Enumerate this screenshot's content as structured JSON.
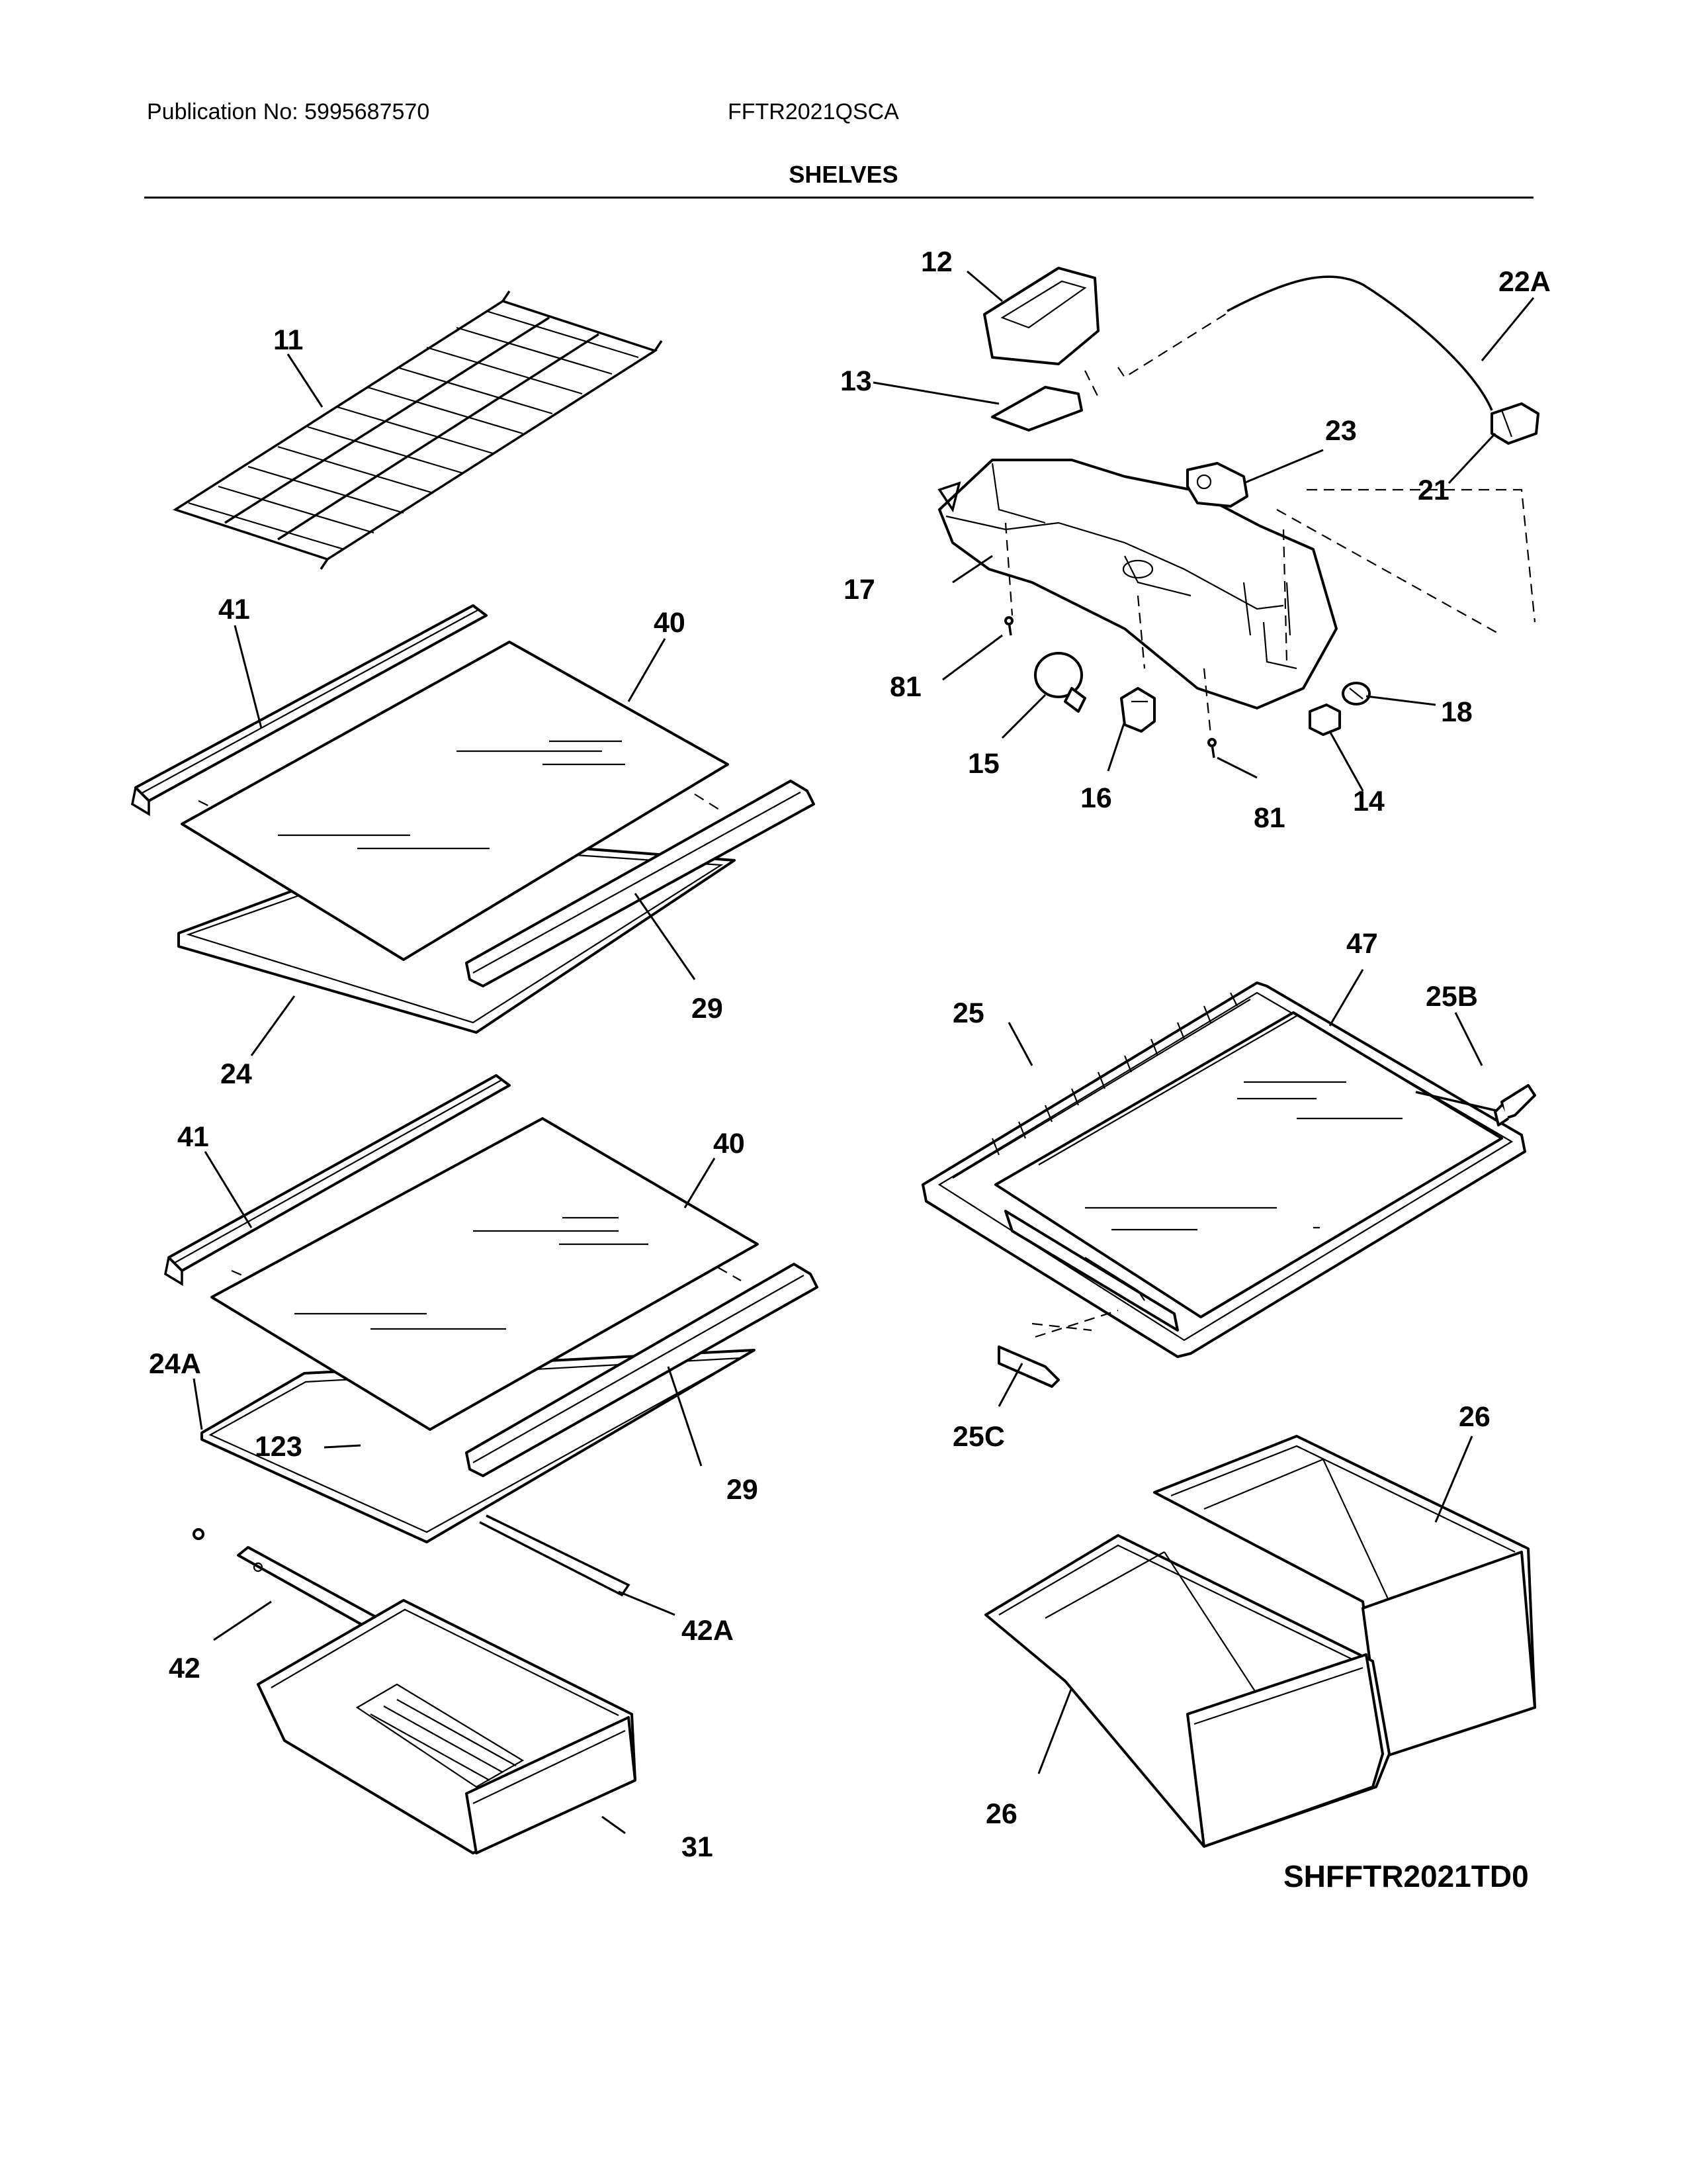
{
  "header": {
    "publication": "Publication No: 5995687570",
    "model": "FFTR2021QSCA",
    "title": "SHELVES"
  },
  "diagram_code": "SHFFTR2021TD0",
  "callouts": {
    "c11": "11",
    "c41a": "41",
    "c40a": "40",
    "c29a": "29",
    "c24": "24",
    "c41b": "41",
    "c40b": "40",
    "c24A": "24A",
    "c123": "123",
    "c29b": "29",
    "c42A": "42A",
    "c42": "42",
    "c31": "31",
    "c12": "12",
    "c22A": "22A",
    "c13": "13",
    "c23": "23",
    "c21": "21",
    "c17": "17",
    "c81a": "81",
    "c18": "18",
    "c15": "15",
    "c16": "16",
    "c81b": "81",
    "c14": "14",
    "c47": "47",
    "c25": "25",
    "c25B": "25B",
    "c25C": "25C",
    "c26a": "26",
    "c26b": "26"
  }
}
